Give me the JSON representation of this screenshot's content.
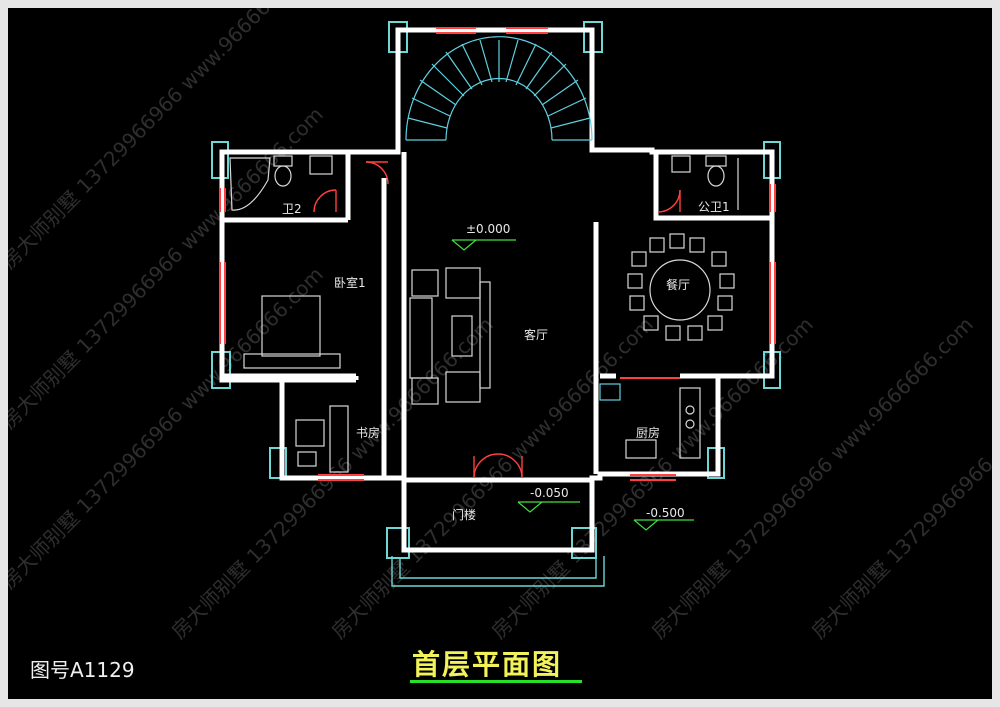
{
  "drawing": {
    "title": "首层平面图",
    "figure_number": "图号A1129",
    "watermark_text": "房大师别墅 13729966966 www.9666666.com"
  },
  "rooms": {
    "bathroom_2": "卫2",
    "bedroom_1": "卧室1",
    "study": "书房",
    "living_room": "客厅",
    "dining_room": "餐厅",
    "kitchen": "厨房",
    "public_bath_1": "公卫1",
    "porch": "门楼"
  },
  "elevations": {
    "main": "±0.000",
    "porch": "-0.050",
    "outdoor": "-0.500"
  },
  "colors": {
    "background": "#000000",
    "wall": "#ffffff",
    "window": "#ff4040",
    "column": "#6fd6d6",
    "furniture": "#d8d8d8",
    "stair": "#5fd0e0",
    "title": "#f2f25a",
    "underline": "#28e028"
  }
}
